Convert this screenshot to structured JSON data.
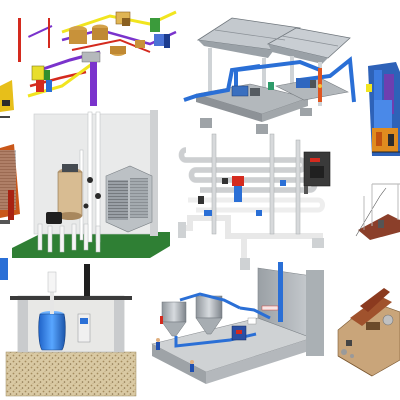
{
  "image": {
    "kind": "collage of 3D industrial piping and equipment models",
    "tiles": [
      "pipeline-network-top-left",
      "pavilion-pump-station-top-center",
      "tank-machinery-top-right",
      "orange-tank-left-edge",
      "pool-filter-unit-middle-left",
      "pipe-manifold-control-panel-center",
      "stair-platform-right",
      "blue-water-tank-bottom-left",
      "treatment-plant-room-bottom-center",
      "wooden-machine-bottom-right"
    ]
  },
  "colors": {
    "background": "#ffffff",
    "pipe_blue": "#2a6fd6",
    "pipe_purple": "#7a33cc",
    "pipe_red": "#d42a1e",
    "pipe_yellow": "#f1e51f",
    "concrete": "#b9b9b9",
    "gravel": "#d8c8a0",
    "grass": "#2e7d32",
    "panel_dark": "#3a3a3a"
  }
}
